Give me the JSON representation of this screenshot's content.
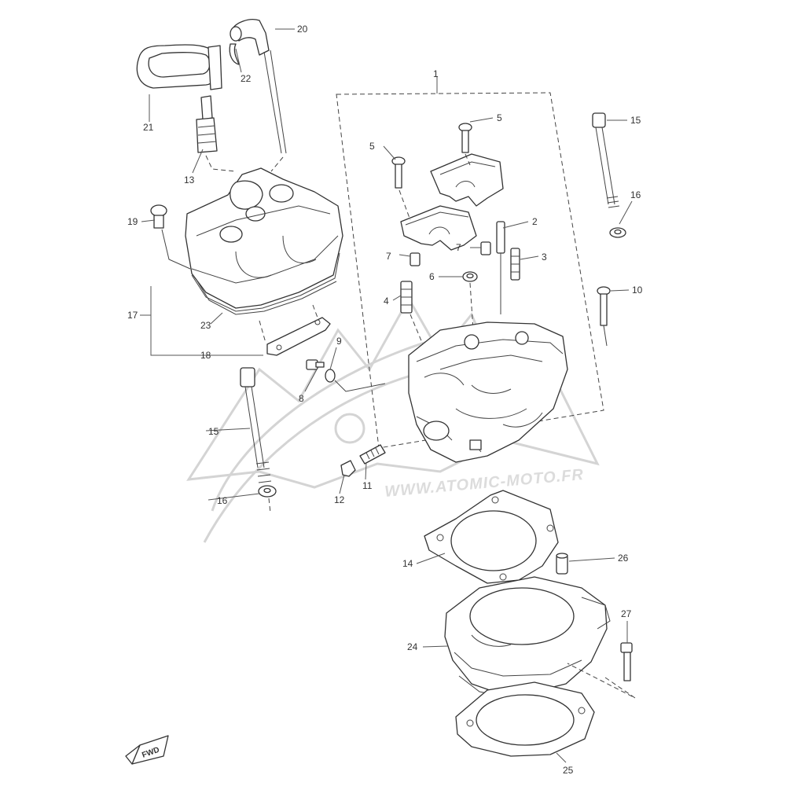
{
  "watermark": {
    "text": "WWW.ATOMIC-MOTO.FR"
  },
  "fwd_badge": {
    "label": "FWD"
  },
  "part_numbers": {
    "p1": "1",
    "p2": "2",
    "p3": "3",
    "p4": "4",
    "p5a": "5",
    "p5b": "5",
    "p6": "6",
    "p7a": "7",
    "p7b": "7",
    "p8": "8",
    "p9": "9",
    "p10": "10",
    "p11": "11",
    "p12": "12",
    "p13": "13",
    "p14": "14",
    "p15a": "15",
    "p15b": "15",
    "p16a": "16",
    "p16b": "16",
    "p17": "17",
    "p18": "18",
    "p19": "19",
    "p20": "20",
    "p21": "21",
    "p22": "22",
    "p23": "23",
    "p24": "24",
    "p25": "25",
    "p26": "26",
    "p27": "27"
  }
}
